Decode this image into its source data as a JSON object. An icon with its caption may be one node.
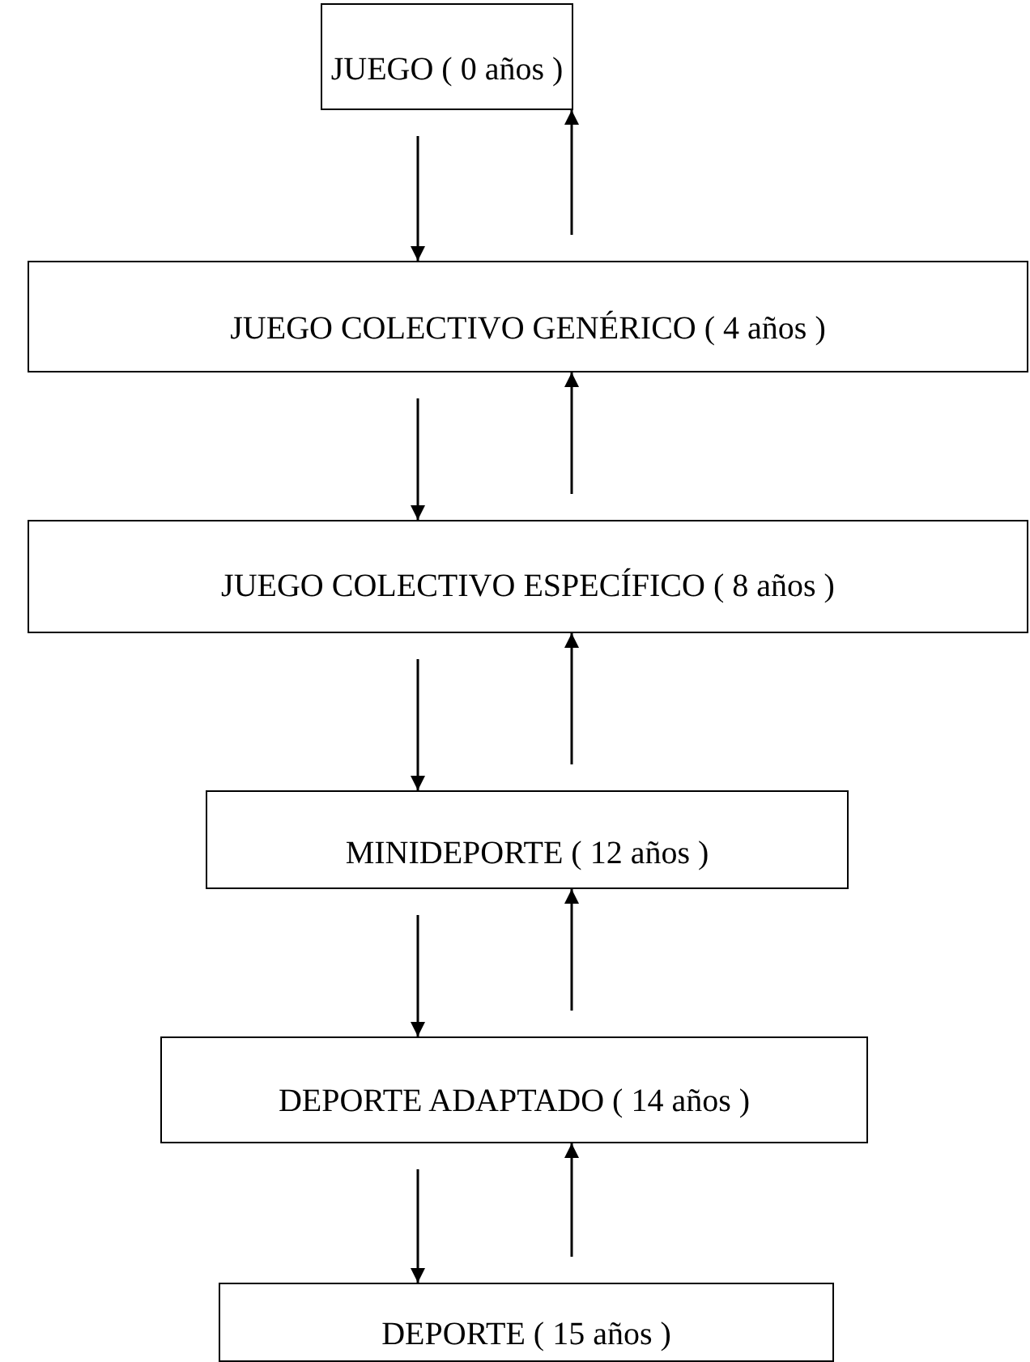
{
  "diagram": {
    "nodes": [
      {
        "text": [
          "JUEGO ( 0 años )"
        ]
      },
      {
        "text": [
          "JUEGO COLECTIVO GENÉRICO ( 4 años )"
        ]
      },
      {
        "text": [
          "JUEGO COLECTIVO ESPECÍFICO ( 8 años )"
        ]
      },
      {
        "text": [
          "MINIDEPORTE ( 12 años )"
        ]
      },
      {
        "text": [
          "DEPORTE ADAPTADO ( 14 años )"
        ]
      },
      {
        "text": [
          "DEPORTE ( 15 años )"
        ]
      }
    ],
    "edges": [
      {
        "from": 0,
        "to": 1,
        "arrow": "to"
      },
      {
        "from": 1,
        "to": 0,
        "arrow": "to"
      },
      {
        "from": 1,
        "to": 2,
        "arrow": "to"
      },
      {
        "from": 2,
        "to": 1,
        "arrow": "to"
      },
      {
        "from": 2,
        "to": 3,
        "arrow": "to"
      },
      {
        "from": 3,
        "to": 2,
        "arrow": "to"
      },
      {
        "from": 3,
        "to": 4,
        "arrow": "to"
      },
      {
        "from": 4,
        "to": 3,
        "arrow": "to"
      },
      {
        "from": 4,
        "to": 5,
        "arrow": "to"
      },
      {
        "from": 5,
        "to": 4,
        "arrow": "to"
      }
    ]
  }
}
